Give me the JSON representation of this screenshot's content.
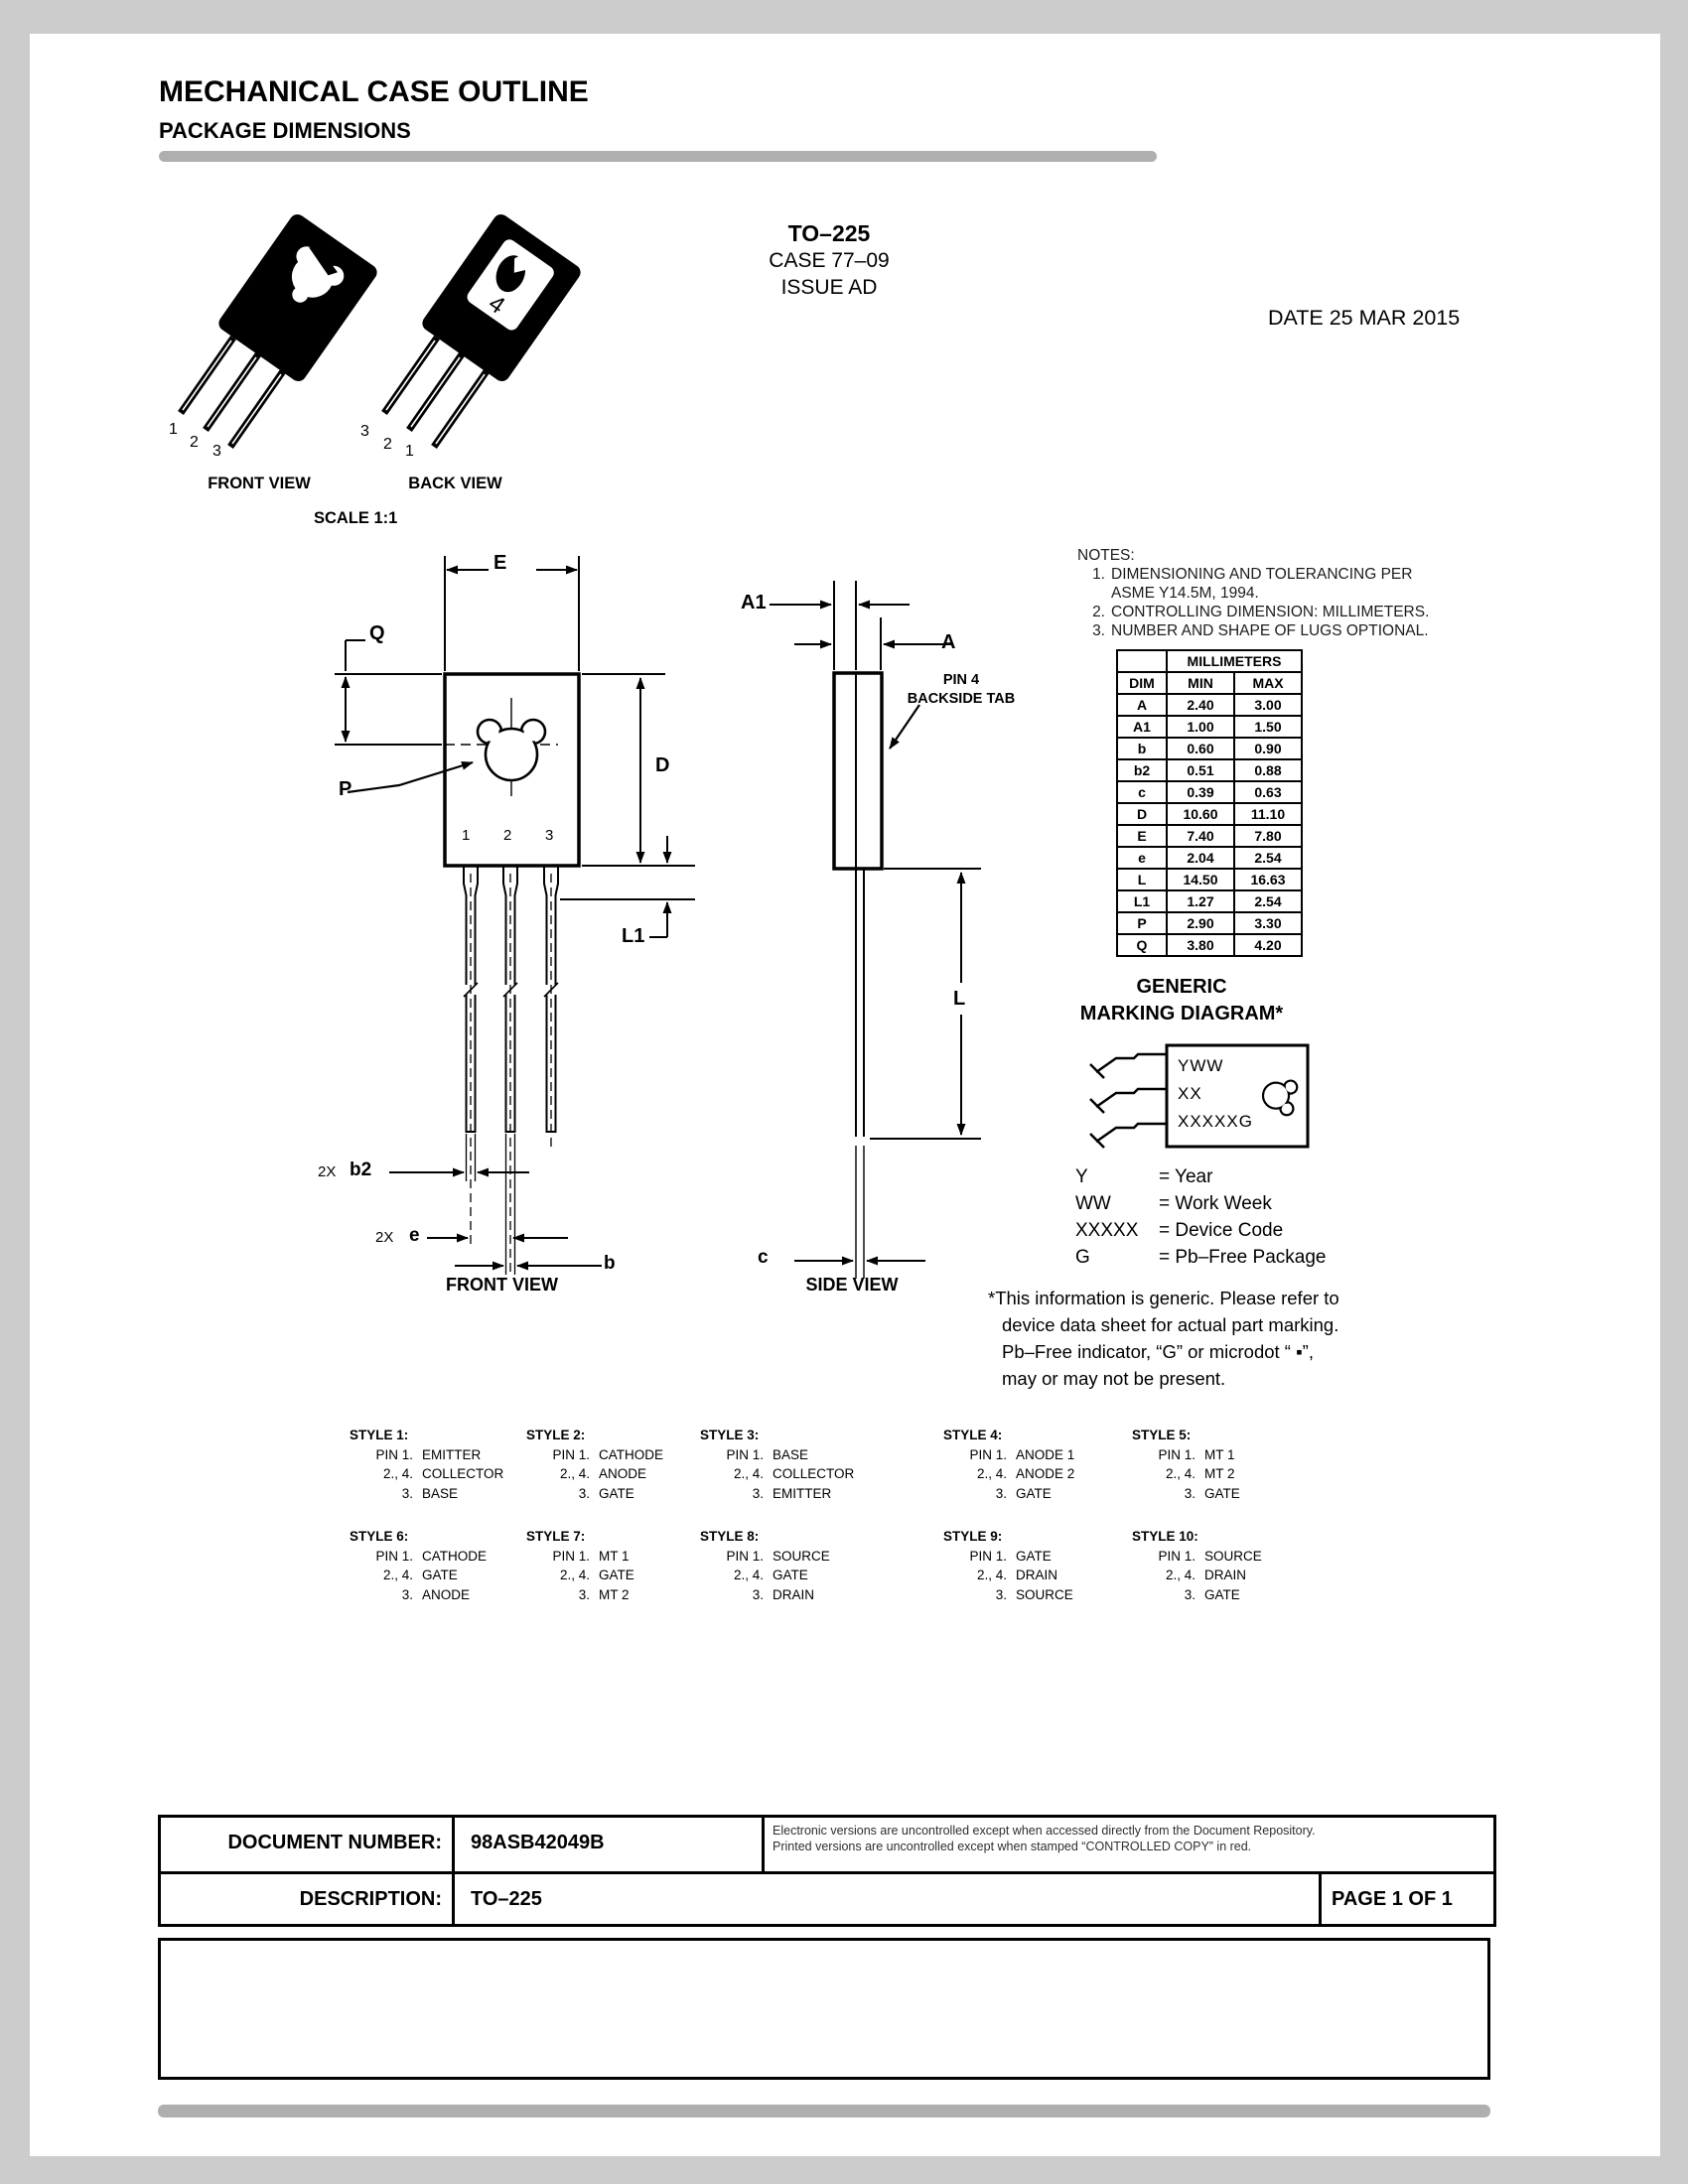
{
  "page": {
    "title": "MECHANICAL CASE OUTLINE",
    "subtitle": "PACKAGE DIMENSIONS",
    "date_label": "DATE 25 MAR 2015"
  },
  "package_header": {
    "name": "TO–225",
    "case": "CASE 77–09",
    "issue": "ISSUE AD"
  },
  "views_3d": {
    "front_caption": "FRONT VIEW",
    "back_caption": "BACK VIEW",
    "scale": "SCALE 1:1",
    "front_pins": {
      "p1": "1",
      "p2": "2",
      "p3": "3"
    },
    "back_pins": {
      "p1": "3",
      "p2": "2",
      "p3": "1"
    },
    "back_tab_number": "4"
  },
  "notes": {
    "heading": "NOTES:",
    "items": [
      {
        "num": "1.",
        "text": "DIMENSIONING AND TOLERANCING PER\nASME Y14.5M, 1994."
      },
      {
        "num": "2.",
        "text": "CONTROLLING DIMENSION: MILLIMETERS."
      },
      {
        "num": "3.",
        "text": "NUMBER AND SHAPE OF LUGS OPTIONAL."
      }
    ]
  },
  "dim_table": {
    "unit_header": "MILLIMETERS",
    "col_dim": "DIM",
    "col_min": "MIN",
    "col_max": "MAX",
    "rows": [
      {
        "dim": "A",
        "min": "2.40",
        "max": "3.00"
      },
      {
        "dim": "A1",
        "min": "1.00",
        "max": "1.50"
      },
      {
        "dim": "b",
        "min": "0.60",
        "max": "0.90"
      },
      {
        "dim": "b2",
        "min": "0.51",
        "max": "0.88"
      },
      {
        "dim": "c",
        "min": "0.39",
        "max": "0.63"
      },
      {
        "dim": "D",
        "min": "10.60",
        "max": "11.10"
      },
      {
        "dim": "E",
        "min": "7.40",
        "max": "7.80"
      },
      {
        "dim": "e",
        "min": "2.04",
        "max": "2.54"
      },
      {
        "dim": "L",
        "min": "14.50",
        "max": "16.63"
      },
      {
        "dim": "L1",
        "min": "1.27",
        "max": "2.54"
      },
      {
        "dim": "P",
        "min": "2.90",
        "max": "3.30"
      },
      {
        "dim": "Q",
        "min": "3.80",
        "max": "4.20"
      }
    ]
  },
  "front_view": {
    "caption": "FRONT VIEW",
    "dim_E": "E",
    "dim_Q": "Q",
    "dim_P": "P",
    "dim_D": "D",
    "dim_L1": "L1",
    "b2_prefix": "2X",
    "dim_b2": "b2",
    "e_prefix": "2X",
    "dim_e": "e",
    "dim_b": "b",
    "pin1": "1",
    "pin2": "2",
    "pin3": "3"
  },
  "side_view": {
    "caption": "SIDE VIEW",
    "dim_A1": "A1",
    "dim_A": "A",
    "dim_L": "L",
    "dim_c": "c",
    "pin4_line1": "PIN 4",
    "pin4_line2": "BACKSIDE TAB"
  },
  "marking": {
    "title_line1": "GENERIC",
    "title_line2": "MARKING DIAGRAM*",
    "line1": "YWW",
    "line2": "XX",
    "line3": "XXXXXG",
    "legend": [
      {
        "term": "Y",
        "desc": "= Year"
      },
      {
        "term": "WW",
        "desc": "= Work Week"
      },
      {
        "term": "XXXXX",
        "desc": "= Device Code"
      },
      {
        "term": "G",
        "desc": "= Pb–Free Package"
      }
    ],
    "footnote_lines": [
      "*This information is generic.  Please refer to",
      "device data sheet for actual part marking.",
      "Pb–Free indicator, “G” or microdot “ ▪”,",
      "may or may not be present."
    ]
  },
  "styles": [
    {
      "label": "STYLE 1:",
      "pins": [
        {
          "pin": "PIN 1.",
          "value": "EMITTER"
        },
        {
          "pin": "2., 4.",
          "value": "COLLECTOR"
        },
        {
          "pin": "3.",
          "value": "BASE"
        }
      ]
    },
    {
      "label": "STYLE 2:",
      "pins": [
        {
          "pin": "PIN 1.",
          "value": "CATHODE"
        },
        {
          "pin": "2., 4.",
          "value": "ANODE"
        },
        {
          "pin": "3.",
          "value": "GATE"
        }
      ]
    },
    {
      "label": "STYLE 3:",
      "pins": [
        {
          "pin": "PIN 1.",
          "value": "BASE"
        },
        {
          "pin": "2., 4.",
          "value": "COLLECTOR"
        },
        {
          "pin": "3.",
          "value": "EMITTER"
        }
      ]
    },
    {
      "label": "STYLE 4:",
      "pins": [
        {
          "pin": "PIN 1.",
          "value": "ANODE 1"
        },
        {
          "pin": "2., 4.",
          "value": "ANODE 2"
        },
        {
          "pin": "3.",
          "value": "GATE"
        }
      ]
    },
    {
      "label": "STYLE 5:",
      "pins": [
        {
          "pin": "PIN 1.",
          "value": "MT 1"
        },
        {
          "pin": "2., 4.",
          "value": "MT 2"
        },
        {
          "pin": "3.",
          "value": "GATE"
        }
      ]
    },
    {
      "label": "STYLE 6:",
      "pins": [
        {
          "pin": "PIN 1.",
          "value": "CATHODE"
        },
        {
          "pin": "2., 4.",
          "value": "GATE"
        },
        {
          "pin": "3.",
          "value": "ANODE"
        }
      ]
    },
    {
      "label": "STYLE 7:",
      "pins": [
        {
          "pin": "PIN 1.",
          "value": "MT 1"
        },
        {
          "pin": "2., 4.",
          "value": "GATE"
        },
        {
          "pin": "3.",
          "value": "MT 2"
        }
      ]
    },
    {
      "label": "STYLE 8:",
      "pins": [
        {
          "pin": "PIN 1.",
          "value": "SOURCE"
        },
        {
          "pin": "2., 4.",
          "value": "GATE"
        },
        {
          "pin": "3.",
          "value": "DRAIN"
        }
      ]
    },
    {
      "label": "STYLE 9:",
      "pins": [
        {
          "pin": "PIN 1.",
          "value": "GATE"
        },
        {
          "pin": "2., 4.",
          "value": "DRAIN"
        },
        {
          "pin": "3.",
          "value": "SOURCE"
        }
      ]
    },
    {
      "label": "STYLE 10:",
      "pins": [
        {
          "pin": "PIN 1.",
          "value": "SOURCE"
        },
        {
          "pin": "2., 4.",
          "value": "DRAIN"
        },
        {
          "pin": "3.",
          "value": "GATE"
        }
      ]
    }
  ],
  "footer": {
    "doc_number_label": "DOCUMENT NUMBER:",
    "doc_number": "98ASB42049B",
    "disclaimer_line1": "Electronic versions are uncontrolled except when accessed directly from the Document Repository.",
    "disclaimer_line2": "Printed  versions are uncontrolled  except when stamped  “CONTROLLED COPY” in red.",
    "description_label": "DESCRIPTION:",
    "description": "TO–225",
    "page_label": "PAGE 1 OF 1"
  },
  "colors": {
    "divider_gray": "#afafaf",
    "ink": "#000000"
  }
}
